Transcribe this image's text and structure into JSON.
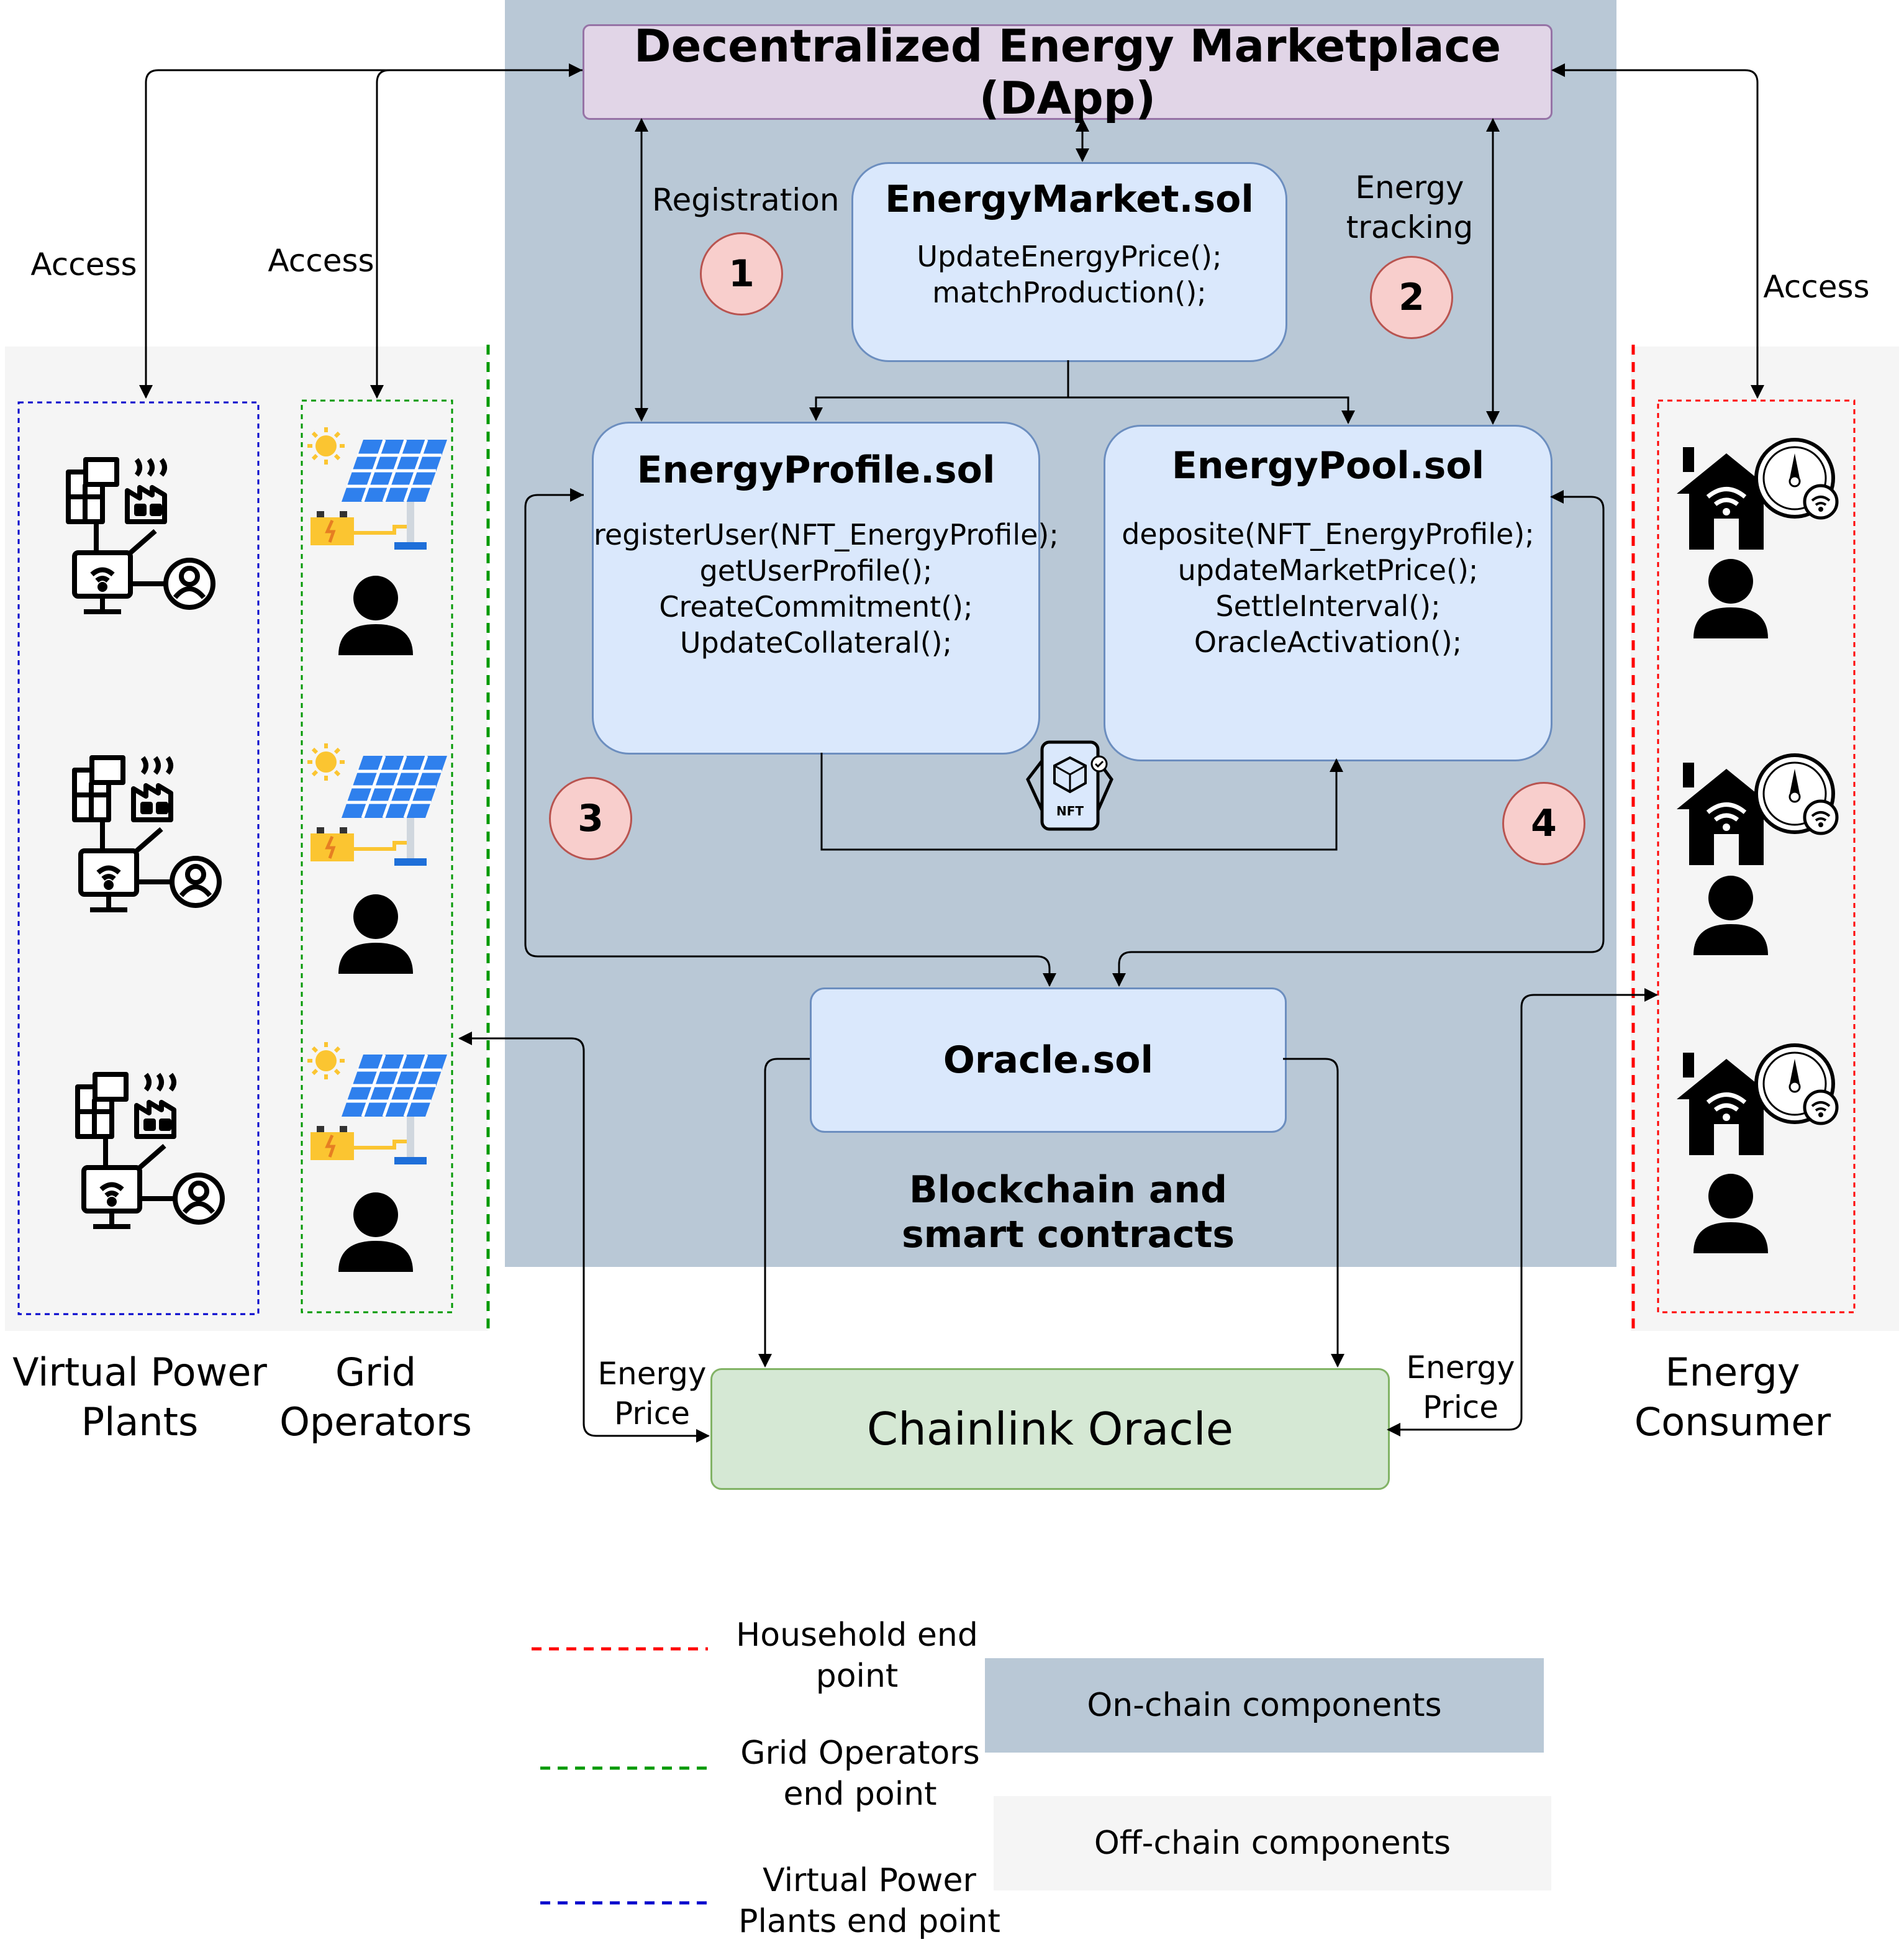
{
  "colors": {
    "onchain": "#b9c8d6",
    "offchain": "#f5f5f5",
    "contract_fill": "#dae8fc",
    "contract_stroke": "#6c8ebf",
    "oracle_fill": "#d5e8d4",
    "oracle_stroke": "#82b366",
    "dapp_fill": "#e1d5e7",
    "dapp_stroke": "#9673a6",
    "badge_fill": "#f8cecc",
    "household": "#ff0000",
    "grid": "#009900",
    "vpp": "#0000cc"
  },
  "dapp": {
    "title": "Decentralized Energy Marketplace (DApp)"
  },
  "energy_market": {
    "title": "EnergyMarket.sol",
    "functions": [
      "UpdateEnergyPrice();",
      "matchProduction();"
    ]
  },
  "energy_profile": {
    "title": "EnergyProfile.sol",
    "functions": [
      "registerUser(NFT_EnergyProfile);",
      "getUserProfile();",
      "CreateCommitment();",
      "UpdateCollateral();"
    ]
  },
  "energy_pool": {
    "title": "EnergyPool.sol",
    "functions": [
      "deposite(NFT_EnergyProfile);",
      "updateMarketPrice();",
      "SettleInterval();",
      "OracleActivation();"
    ]
  },
  "oracle_sol": {
    "title": "Oracle.sol"
  },
  "chainlink": {
    "title": "Chainlink Oracle"
  },
  "blockchain_label": [
    "Blockchain and",
    "smart contracts"
  ],
  "badges": [
    "1",
    "2",
    "3",
    "4"
  ],
  "edge_labels": {
    "registration": "Registration",
    "energy_tracking": [
      "Energy",
      "tracking"
    ],
    "access_vpp": "Access",
    "access_grid": "Access",
    "access_consumer": "Access",
    "energy_price_left": [
      "Energy",
      "Price"
    ],
    "energy_price_right": [
      "Energy",
      "Price"
    ],
    "nft": "NFT"
  },
  "groups": {
    "vpp": [
      "Virtual Power",
      "Plants"
    ],
    "grid": [
      "Grid",
      "Operators"
    ],
    "consumer": [
      "Energy",
      "Consumer"
    ]
  },
  "icons": {
    "vpp": "vpp-network-icon",
    "grid": "solar-panel-battery-icon",
    "consumer": "smart-home-meter-icon",
    "person": "person-icon",
    "nft": "nft-phone-icon"
  },
  "legend": {
    "household": [
      "Household end",
      "point"
    ],
    "grid": [
      "Grid Operators",
      "end point"
    ],
    "vpp": [
      "Virtual Power",
      "Plants end point"
    ],
    "onchain": "On-chain components",
    "offchain": "Off-chain components"
  }
}
